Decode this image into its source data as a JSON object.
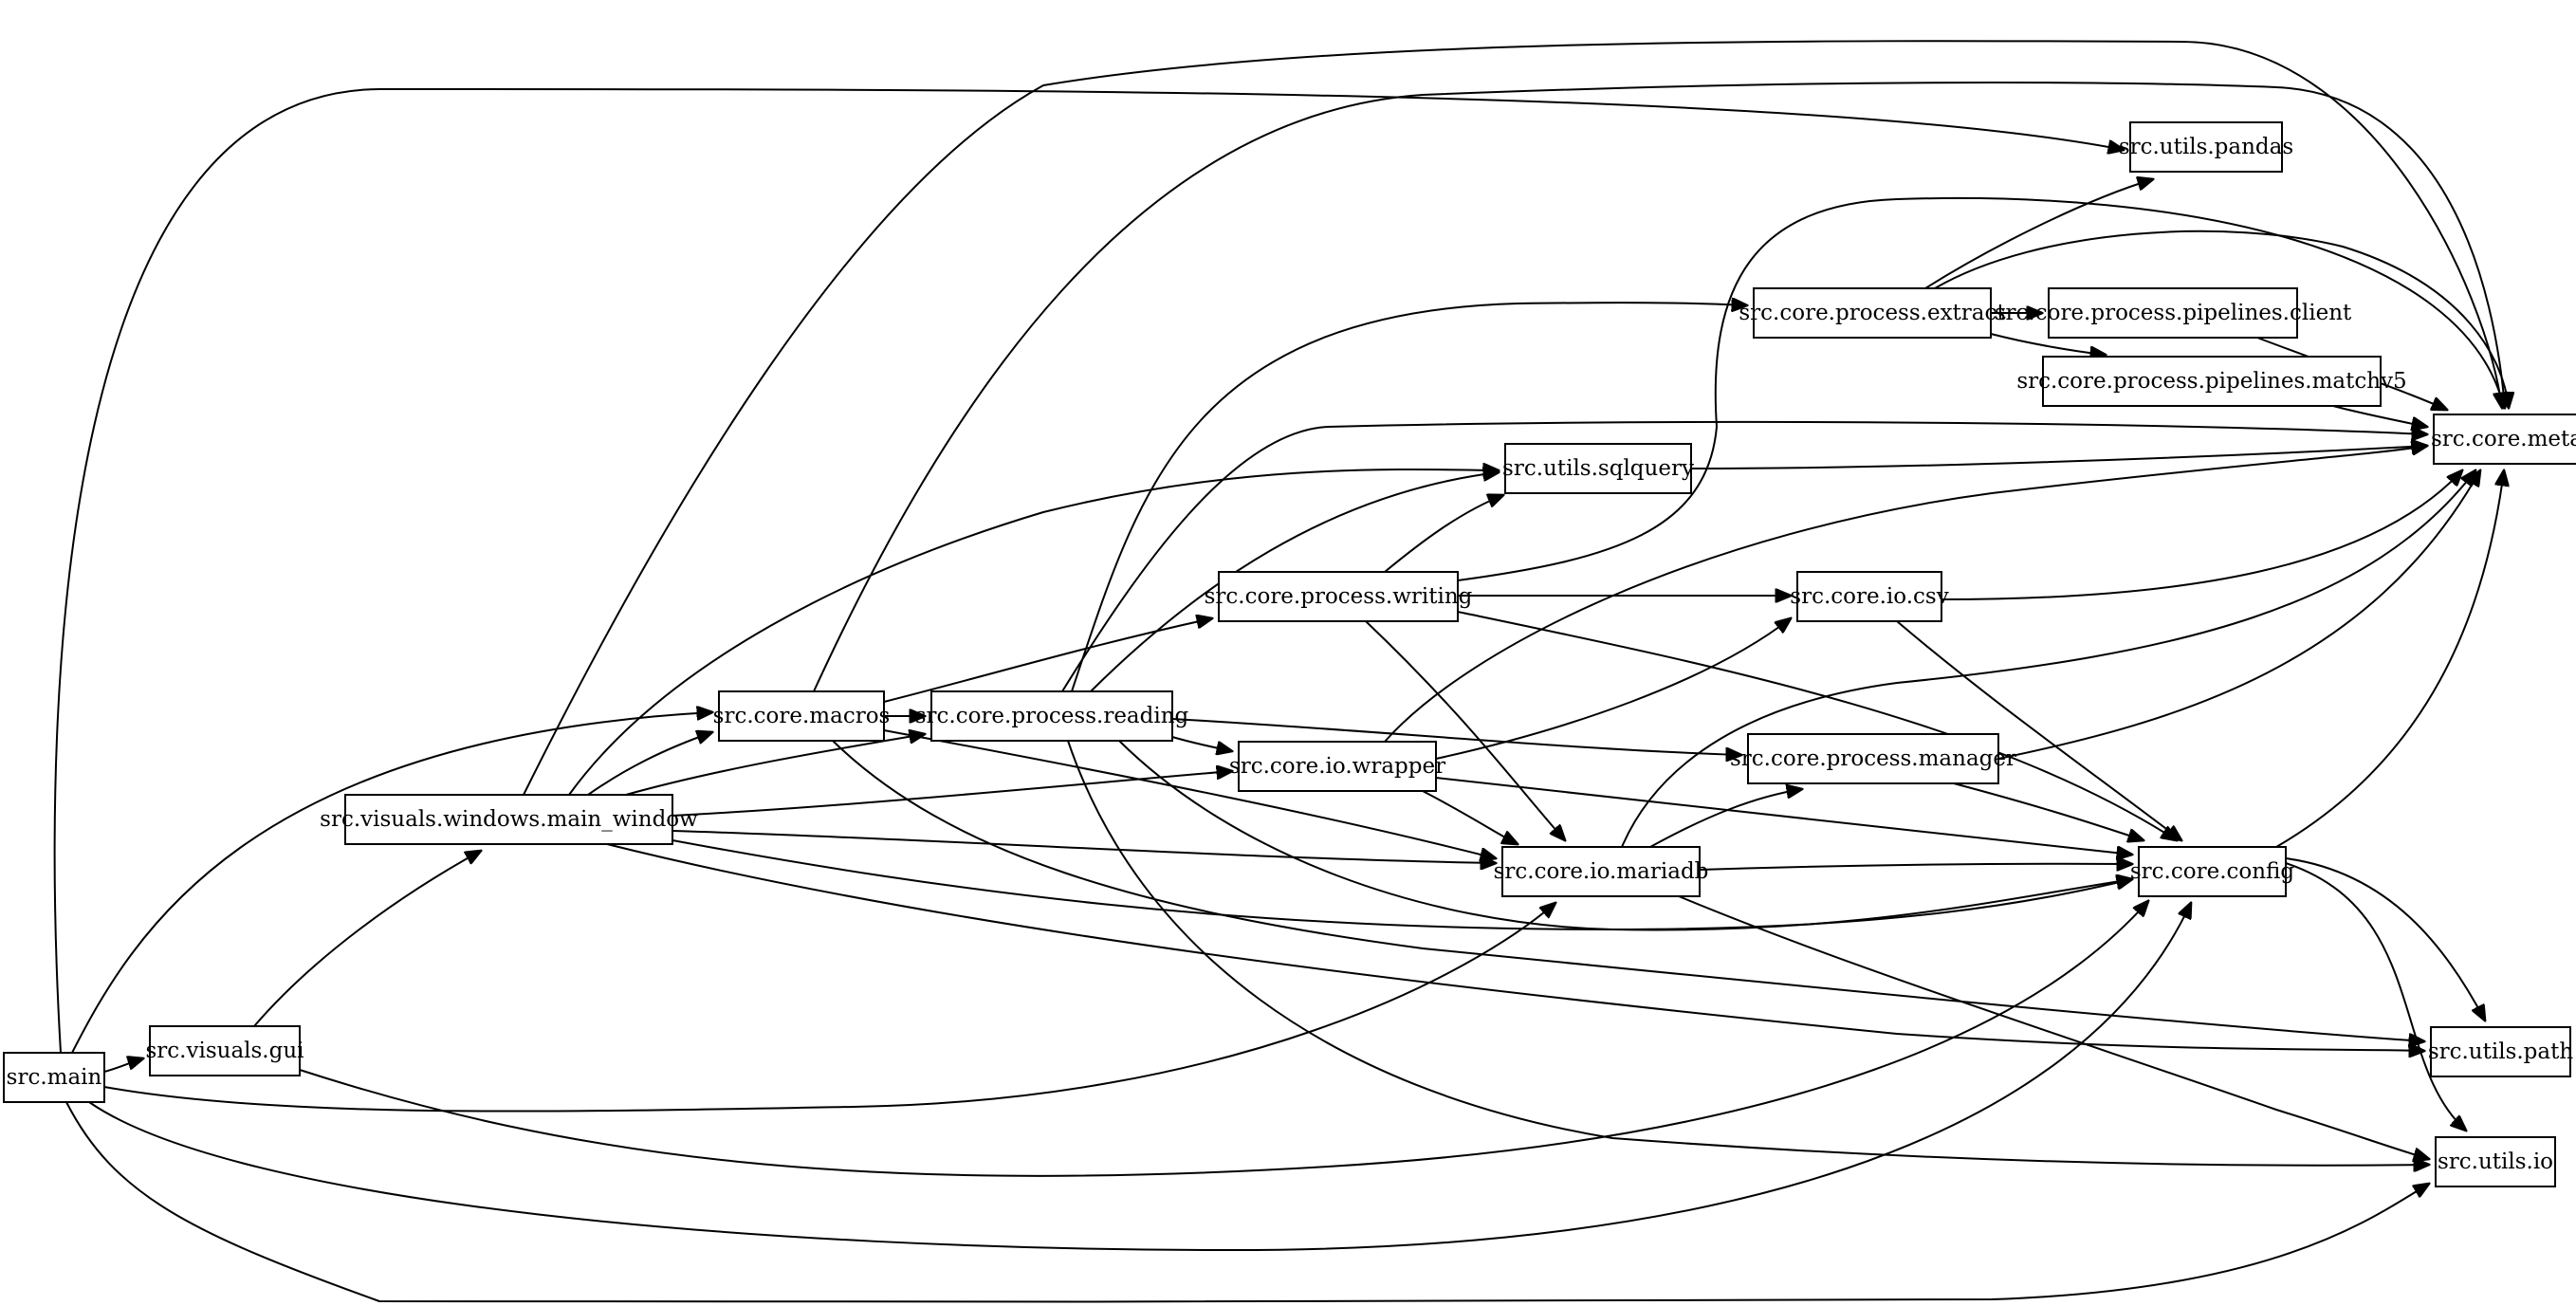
{
  "diagram": {
    "type": "dependency-graph",
    "nodes": [
      {
        "id": "main",
        "label": "src.main"
      },
      {
        "id": "gui",
        "label": "src.visuals.gui"
      },
      {
        "id": "main_window",
        "label": "src.visuals.windows.main_window"
      },
      {
        "id": "macros",
        "label": "src.core.macros"
      },
      {
        "id": "reading",
        "label": "src.core.process.reading"
      },
      {
        "id": "writing",
        "label": "src.core.process.writing"
      },
      {
        "id": "wrapper",
        "label": "src.core.io.wrapper"
      },
      {
        "id": "mariadb",
        "label": "src.core.io.mariadb"
      },
      {
        "id": "sqlquery",
        "label": "src.utils.sqlquery"
      },
      {
        "id": "csv",
        "label": "src.core.io.csv"
      },
      {
        "id": "manager",
        "label": "src.core.process.manager"
      },
      {
        "id": "extract",
        "label": "src.core.process.extract"
      },
      {
        "id": "pandas",
        "label": "src.utils.pandas"
      },
      {
        "id": "client",
        "label": "src.core.process.pipelines.client"
      },
      {
        "id": "matchv5",
        "label": "src.core.process.pipelines.matchv5"
      },
      {
        "id": "config",
        "label": "src.core.config"
      },
      {
        "id": "meta",
        "label": "src.core.meta"
      },
      {
        "id": "path",
        "label": "src.utils.path"
      },
      {
        "id": "io",
        "label": "src.utils.io"
      }
    ],
    "edges": [
      {
        "from": "main",
        "to": "gui"
      },
      {
        "from": "main",
        "to": "macros"
      },
      {
        "from": "main",
        "to": "pandas"
      },
      {
        "from": "main",
        "to": "mariadb"
      },
      {
        "from": "main",
        "to": "config"
      },
      {
        "from": "main",
        "to": "io"
      },
      {
        "from": "gui",
        "to": "main_window"
      },
      {
        "from": "gui",
        "to": "config"
      },
      {
        "from": "main_window",
        "to": "macros"
      },
      {
        "from": "main_window",
        "to": "reading"
      },
      {
        "from": "main_window",
        "to": "sqlquery"
      },
      {
        "from": "main_window",
        "to": "wrapper"
      },
      {
        "from": "main_window",
        "to": "mariadb"
      },
      {
        "from": "main_window",
        "to": "config"
      },
      {
        "from": "main_window",
        "to": "path"
      },
      {
        "from": "main_window",
        "to": "meta"
      },
      {
        "from": "macros",
        "to": "reading"
      },
      {
        "from": "macros",
        "to": "writing"
      },
      {
        "from": "macros",
        "to": "mariadb"
      },
      {
        "from": "macros",
        "to": "path"
      },
      {
        "from": "macros",
        "to": "meta"
      },
      {
        "from": "reading",
        "to": "extract"
      },
      {
        "from": "reading",
        "to": "sqlquery"
      },
      {
        "from": "reading",
        "to": "wrapper"
      },
      {
        "from": "reading",
        "to": "manager"
      },
      {
        "from": "reading",
        "to": "config"
      },
      {
        "from": "reading",
        "to": "io"
      },
      {
        "from": "reading",
        "to": "meta"
      },
      {
        "from": "writing",
        "to": "sqlquery"
      },
      {
        "from": "writing",
        "to": "csv"
      },
      {
        "from": "writing",
        "to": "mariadb"
      },
      {
        "from": "writing",
        "to": "config"
      },
      {
        "from": "writing",
        "to": "meta"
      },
      {
        "from": "wrapper",
        "to": "csv"
      },
      {
        "from": "wrapper",
        "to": "mariadb"
      },
      {
        "from": "wrapper",
        "to": "config"
      },
      {
        "from": "wrapper",
        "to": "meta"
      },
      {
        "from": "mariadb",
        "to": "manager"
      },
      {
        "from": "mariadb",
        "to": "config"
      },
      {
        "from": "mariadb",
        "to": "io"
      },
      {
        "from": "mariadb",
        "to": "meta"
      },
      {
        "from": "sqlquery",
        "to": "meta"
      },
      {
        "from": "csv",
        "to": "config"
      },
      {
        "from": "csv",
        "to": "meta"
      },
      {
        "from": "manager",
        "to": "config"
      },
      {
        "from": "manager",
        "to": "meta"
      },
      {
        "from": "extract",
        "to": "pandas"
      },
      {
        "from": "extract",
        "to": "client"
      },
      {
        "from": "extract",
        "to": "matchv5"
      },
      {
        "from": "extract",
        "to": "meta"
      },
      {
        "from": "client",
        "to": "meta"
      },
      {
        "from": "matchv5",
        "to": "meta"
      },
      {
        "from": "config",
        "to": "meta"
      },
      {
        "from": "config",
        "to": "path"
      },
      {
        "from": "config",
        "to": "io"
      }
    ]
  }
}
